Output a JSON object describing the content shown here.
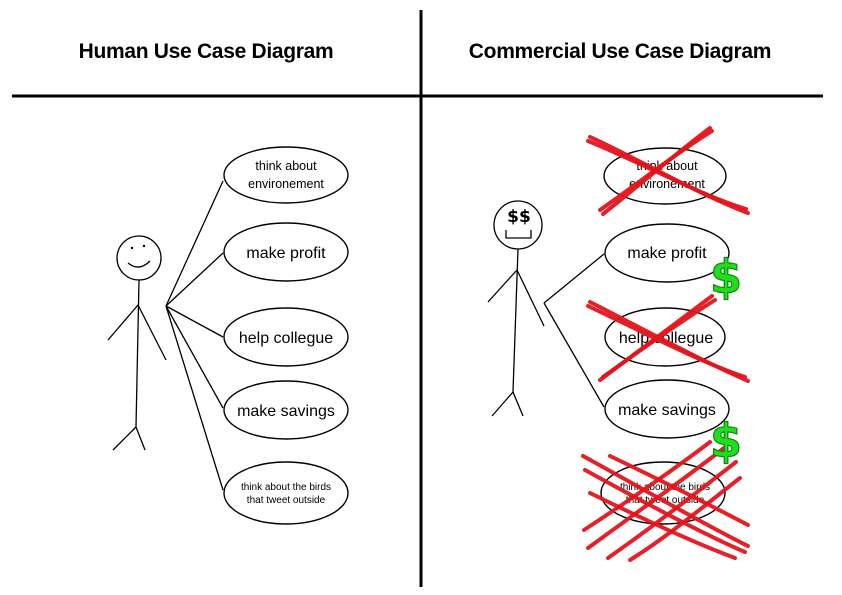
{
  "titles": {
    "left": "Human Use Case Diagram",
    "right": "Commercial Use Case Diagram"
  },
  "left_use_cases": [
    {
      "line1": "think about",
      "line2": "environement"
    },
    {
      "line1": "make profit"
    },
    {
      "line1": "help collegue"
    },
    {
      "line1": "make savings"
    },
    {
      "line1": "think about the birds",
      "line2": "that tweet outside"
    }
  ],
  "right_use_cases": [
    {
      "line1": "think about",
      "line2": "environement",
      "crossed": true
    },
    {
      "line1": "make profit",
      "crossed": false,
      "dollar": true
    },
    {
      "line1": "help collegue",
      "crossed": true
    },
    {
      "line1": "make savings",
      "crossed": false,
      "dollar": true
    },
    {
      "line1": "think about the birds",
      "line2": "that tweet outside",
      "crossed": true
    }
  ],
  "icons": {
    "dollar_sign": "$",
    "money_eyes": "$$"
  },
  "colors": {
    "cross": "#e3141c",
    "dollar": "#22dd1f"
  }
}
